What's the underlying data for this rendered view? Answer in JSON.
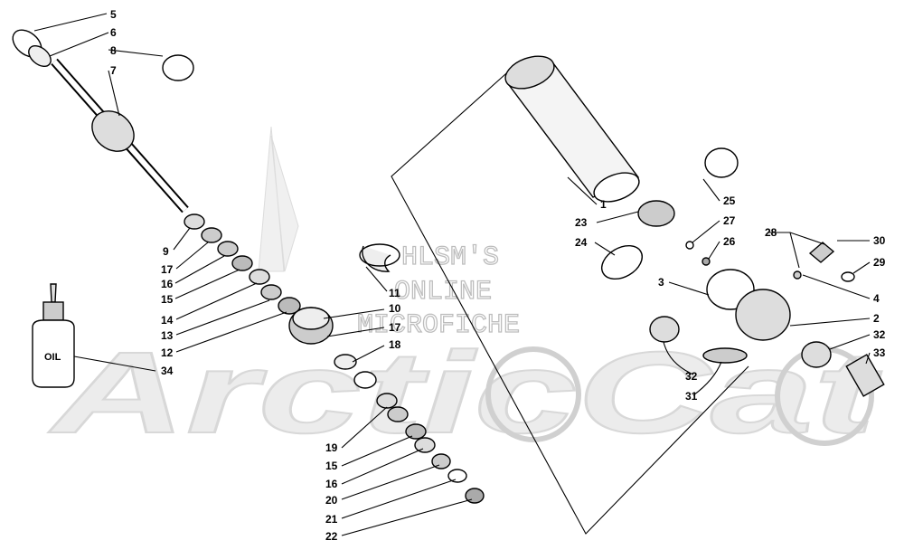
{
  "watermark": {
    "brand": "ArcticCat",
    "line1": "HLSM'S",
    "line2": "ONLINE",
    "line3": "MICROFICHE"
  },
  "bottle_label": "OIL",
  "callouts": {
    "c5": "5",
    "c6": "6",
    "c8": "8",
    "c7": "7",
    "c9": "9",
    "c17a": "17",
    "c16a": "16",
    "c15a": "15",
    "c14": "14",
    "c13": "13",
    "c12": "12",
    "c34": "34",
    "c11": "11",
    "c10": "10",
    "c17b": "17",
    "c18": "18",
    "c19": "19",
    "c15b": "15",
    "c16b": "16",
    "c20": "20",
    "c21": "21",
    "c22": "22",
    "c1": "1",
    "c23": "23",
    "c24": "24",
    "c25": "25",
    "c27": "27",
    "c26": "26",
    "c28": "28",
    "c30": "30",
    "c29": "29",
    "c3": "3",
    "c4": "4",
    "c2": "2",
    "c32a": "32",
    "c32b": "32",
    "c33": "33",
    "c31": "31"
  }
}
